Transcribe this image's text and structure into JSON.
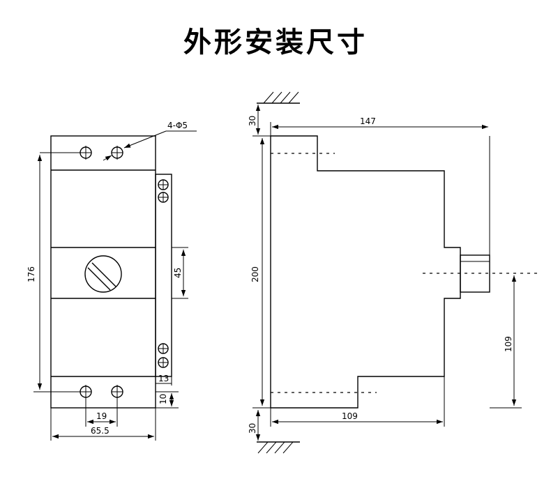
{
  "title": "外形安装尺寸",
  "front_view": {
    "hole_label": "4-Φ5",
    "height": "176",
    "handle_span": "45",
    "terminal_width": "13",
    "bottom_margin": "10",
    "hole_spacing": "19",
    "width": "65.5"
  },
  "side_view": {
    "top_clearance": "30",
    "depth": "147",
    "height": "200",
    "shaft_height": "109",
    "base_depth": "109",
    "bottom_clearance": "30"
  }
}
